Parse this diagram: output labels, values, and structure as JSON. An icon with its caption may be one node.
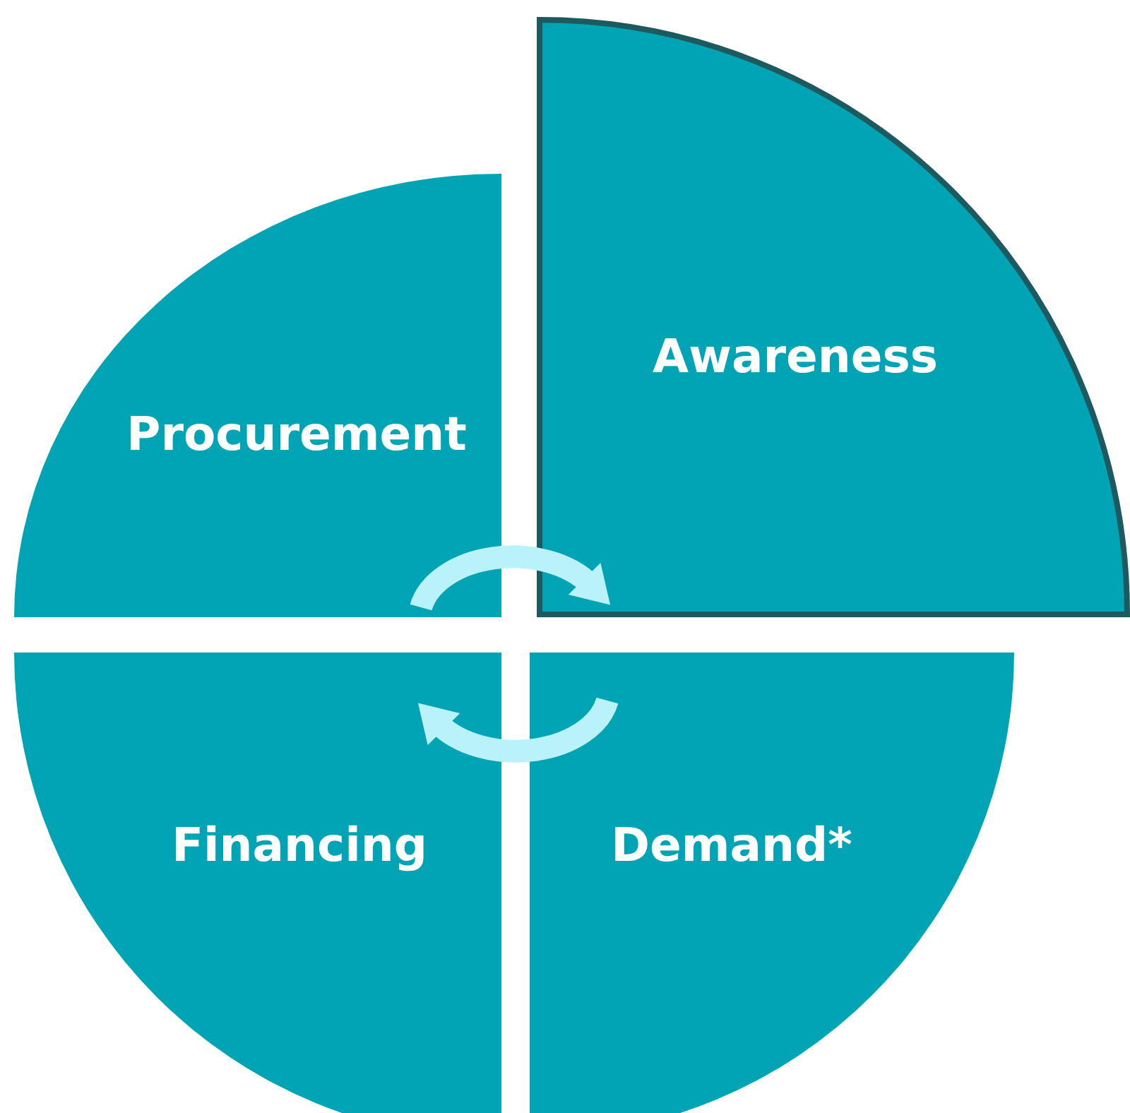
{
  "diagram": {
    "nodes": [
      {
        "text": [
          "Procurement"
        ]
      },
      {
        "text": [
          "Awareness"
        ]
      },
      {
        "text": [
          "Financing"
        ]
      },
      {
        "text": [
          "Demand*"
        ]
      }
    ],
    "edges": [
      {
        "from": 0,
        "to": 1,
        "arrow": "to"
      },
      {
        "from": 3,
        "to": 2,
        "arrow": "to"
      }
    ]
  }
}
